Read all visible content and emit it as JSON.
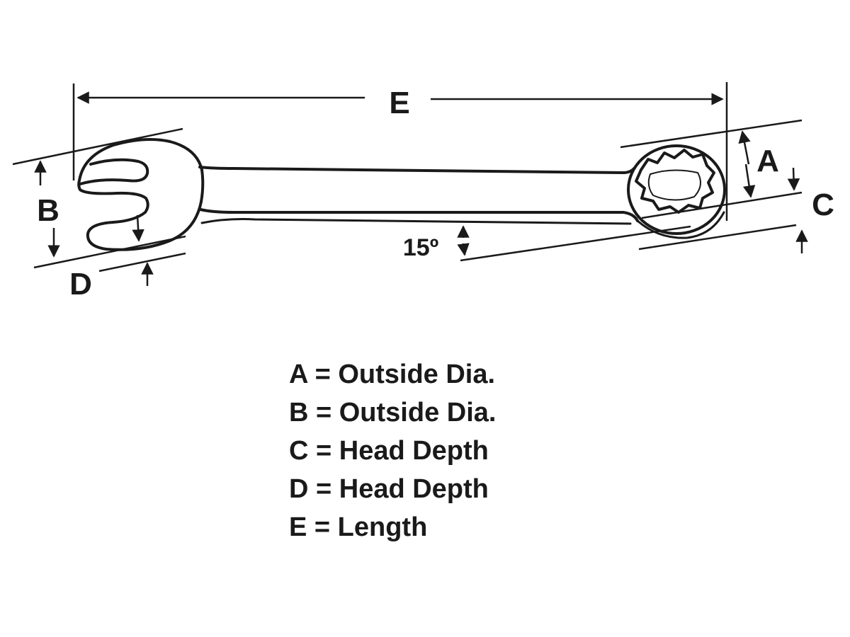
{
  "diagram": {
    "dimension_labels": {
      "a": "A",
      "b": "B",
      "c": "C",
      "d": "D",
      "e": "E"
    },
    "angle_label": "15º",
    "legend": [
      "A = Outside Dia.",
      "B = Outside Dia.",
      "C = Head Depth",
      "D = Head Depth",
      "E = Length"
    ]
  }
}
